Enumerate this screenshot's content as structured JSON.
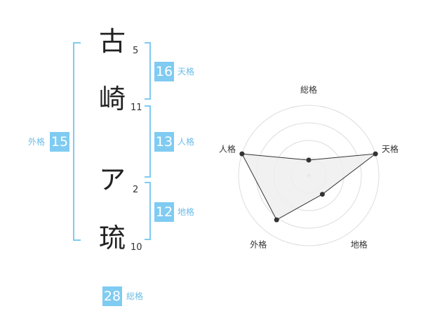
{
  "name": {
    "chars": [
      {
        "char": "古",
        "strokes": "5"
      },
      {
        "char": "崎",
        "strokes": "11"
      },
      {
        "char": "ア",
        "strokes": "2"
      },
      {
        "char": "琉",
        "strokes": "10"
      }
    ]
  },
  "fortune": {
    "tenkaku": {
      "value": "16",
      "label": "天格"
    },
    "jinkaku": {
      "value": "13",
      "label": "人格"
    },
    "chikaku": {
      "value": "12",
      "label": "地格"
    },
    "gaikaku": {
      "value": "15",
      "label": "外格"
    },
    "soukaku": {
      "value": "28",
      "label": "総格"
    }
  },
  "chart_data": {
    "type": "radar",
    "axes": [
      "総格",
      "天格",
      "地格",
      "外格",
      "人格"
    ],
    "values": [
      0.22,
      1.0,
      0.33,
      0.78,
      1.0
    ],
    "rings": 4,
    "colors": {
      "fill": "#eeeeee",
      "line": "#333333",
      "grid": "#dddddd",
      "point": "#333333"
    }
  }
}
